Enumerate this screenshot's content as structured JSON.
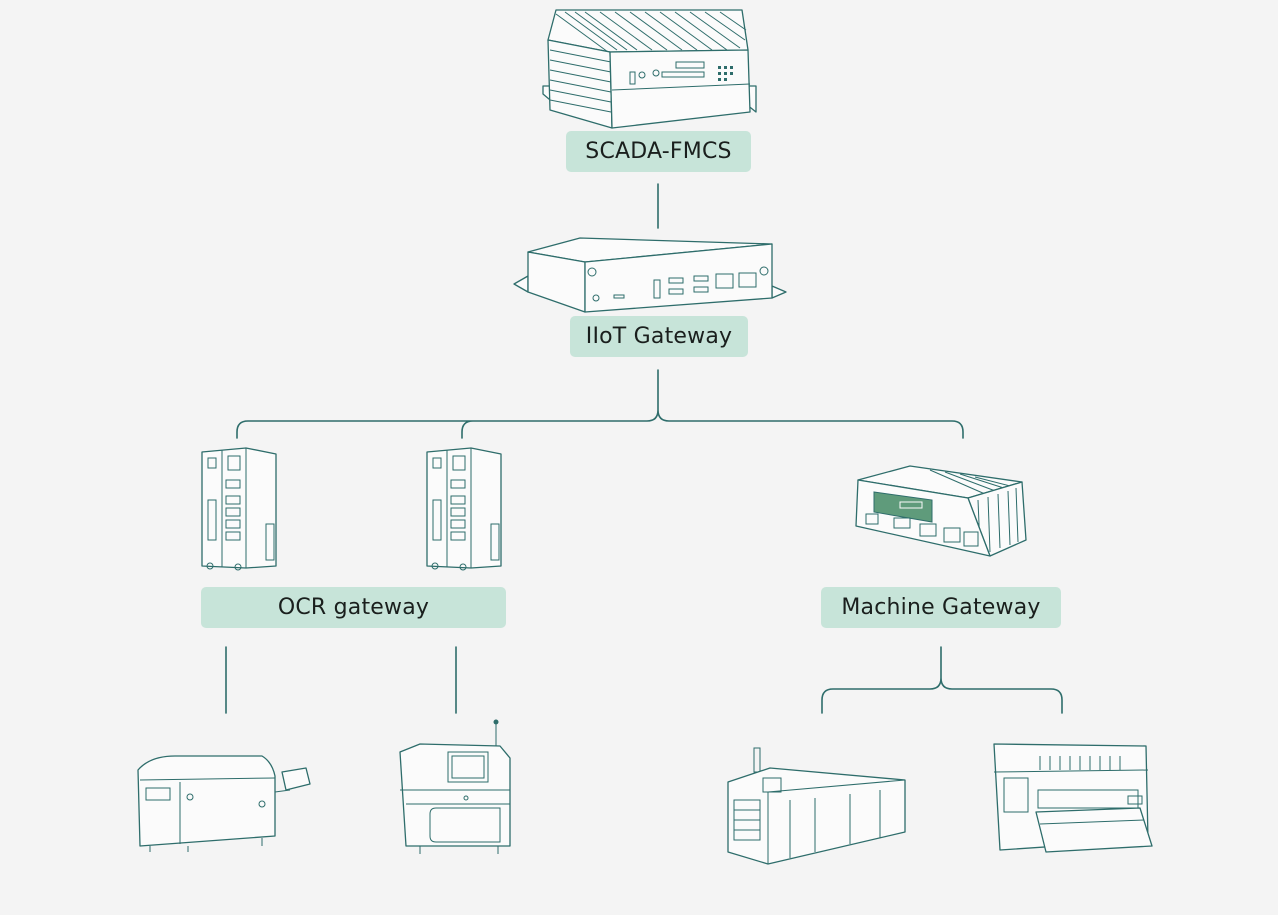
{
  "nodes": {
    "scada": {
      "label": "SCADA-FMCS",
      "icon": "scada-server-icon"
    },
    "iiot": {
      "label": "IIoT Gateway",
      "icon": "iiot-gateway-box-icon"
    },
    "ocr": {
      "label": "OCR gateway",
      "icon": "ocr-gateway-unit-icon"
    },
    "machine": {
      "label": "Machine Gateway",
      "icon": "machine-gateway-box-icon"
    }
  },
  "devices": [
    {
      "icon": "printer-machine-icon"
    },
    {
      "icon": "inspection-machine-icon"
    },
    {
      "icon": "reflow-oven-icon"
    },
    {
      "icon": "placement-machine-icon"
    }
  ],
  "colors": {
    "background": "#f4f4f4",
    "label_fill": "#c7e4d9",
    "line": "#2e6d6b",
    "text": "#1a1f1d"
  }
}
